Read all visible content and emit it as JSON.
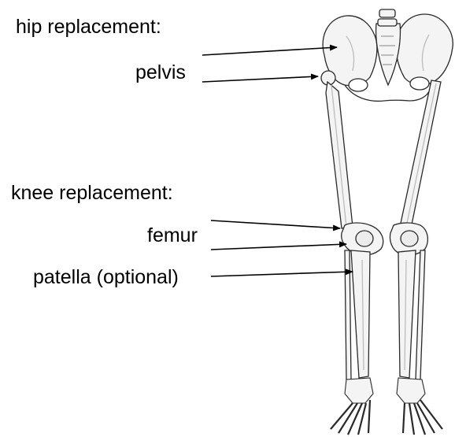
{
  "labels": {
    "hip_heading": "hip replacement:",
    "pelvis": "pelvis",
    "knee_heading": "knee replacement:",
    "femur": "femur",
    "patella": "patella (optional)"
  },
  "colors": {
    "line": "#000000",
    "bone_stroke": "#2a2a2a",
    "bone_fill": "#f4f4f4",
    "bone_shade": "#cfcfcf"
  }
}
